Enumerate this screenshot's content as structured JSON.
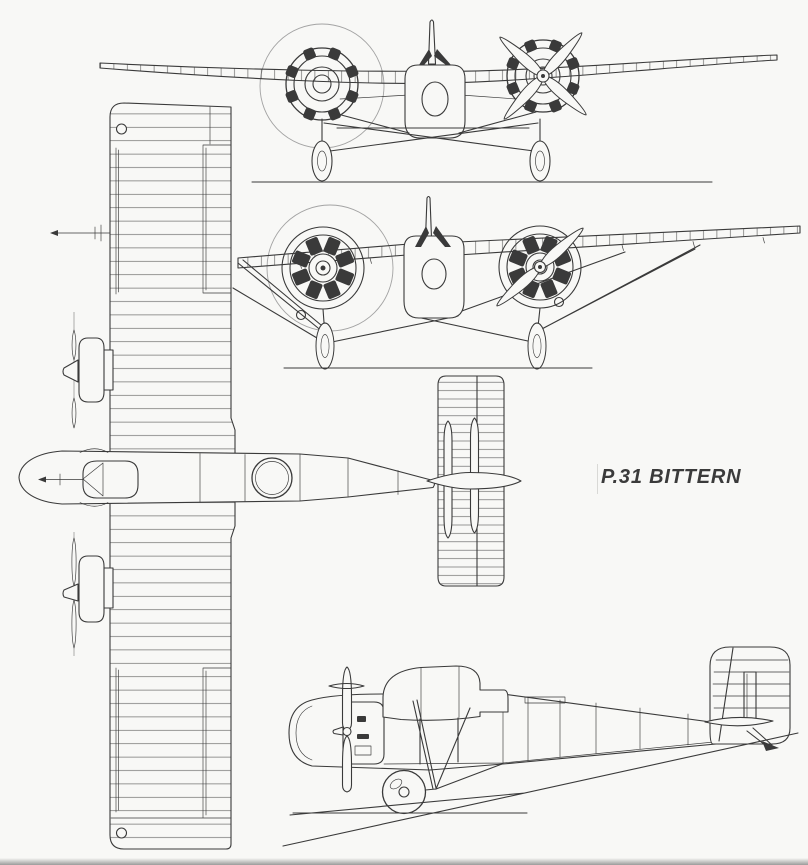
{
  "page": {
    "label": {
      "text": "P.31 BITTERN"
    },
    "ink_color": "#3a3a3a",
    "paper_color": "#f8f8f6",
    "faint_color": "#a3a3a3",
    "views": [
      {
        "id": "front-view-engines-high",
        "description": "Head-on front elevation: long ribbed monoplane wing, two wing-mounted radial engines, port propeller disc, starboard four-blade propeller, central fuselage with fin mast, cross-braced fixed landing gear and ground line"
      },
      {
        "id": "front-view-engines-low",
        "description": "Head-on front elevation: gulled ribbed wing, two underslung radial engines with dark cylinders, port propeller disc, starboard two-blade propeller, wing bracing struts, wheels and ground line"
      },
      {
        "id": "plan-view",
        "description": "Top plan view facing left: ribbed wing with ailerons and tip lights, fuselage with nose gun, cockpit canopy and dorsal gun ring, two engine nacelles with propellers, tapering rear fuselage, ribbed tailplane with fin shown edge-on"
      },
      {
        "id": "side-view",
        "description": "Port side elevation: blunt nose with propeller and cowled engine, over-fuselage wing nacelle, V-strut undercarriage with spoked wheel, panelled fuselage, rounded fin and rudder, tailplane, tail skid and sloping ground lines"
      }
    ]
  }
}
